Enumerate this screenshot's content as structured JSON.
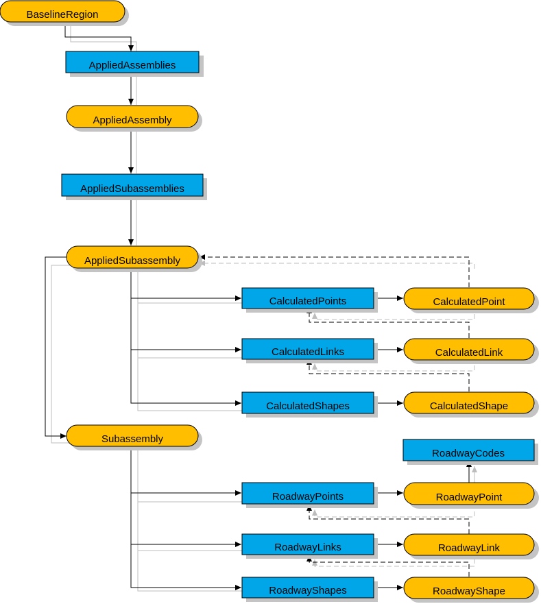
{
  "nodes": {
    "baseline_region": "BaselineRegion",
    "applied_assemblies": "AppliedAssemblies",
    "applied_assembly": "AppliedAssembly",
    "applied_subassemblies": "AppliedSubassemblies",
    "applied_subassembly": "AppliedSubassembly",
    "calculated_points": "CalculatedPoints",
    "calculated_point": "CalculatedPoint",
    "calculated_links": "CalculatedLinks",
    "calculated_link": "CalculatedLink",
    "calculated_shapes": "CalculatedShapes",
    "calculated_shape": "CalculatedShape",
    "subassembly": "Subassembly",
    "roadway_codes": "RoadwayCodes",
    "roadway_points": "RoadwayPoints",
    "roadway_point": "RoadwayPoint",
    "roadway_links": "RoadwayLinks",
    "roadway_link": "RoadwayLink",
    "roadway_shapes": "RoadwayShapes",
    "roadway_shape": "RoadwayShape"
  },
  "colors": {
    "collection_fill": "#00A6E8",
    "object_fill": "#FFBE00",
    "outline": "#000000",
    "shadow": "#C4C4C4",
    "edge_solid": "#000000",
    "edge_dashed": "#000000",
    "edge_light": "#BDBDBD"
  }
}
